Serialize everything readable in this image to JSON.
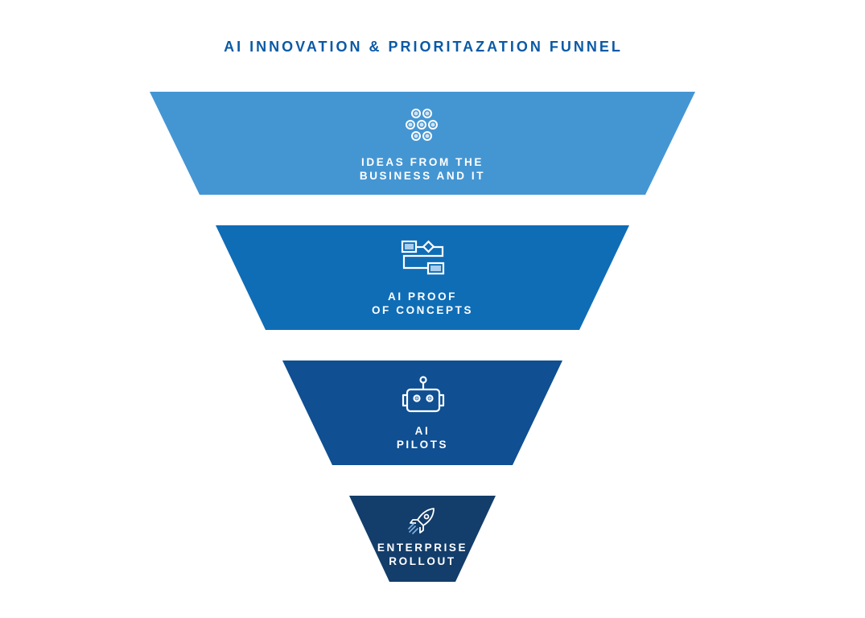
{
  "title": "AI INNOVATION & PRIORITAZATION FUNNEL",
  "colors": {
    "title": "#0b5aa6",
    "stage1": "#4496d3",
    "stage2": "#0f6db6",
    "stage3": "#0f4f92",
    "stage4": "#133d6a",
    "text": "#ffffff"
  },
  "stages": [
    {
      "line1": "IDEAS FROM THE",
      "line2": "BUSINESS AND IT",
      "icon": "ideas-cluster-icon"
    },
    {
      "line1": "AI PROOF",
      "line2": "OF CONCEPTS",
      "icon": "workflow-icon"
    },
    {
      "line1": "AI",
      "line2": "PILOTS",
      "icon": "robot-icon"
    },
    {
      "line1": "ENTERPRISE",
      "line2": "ROLLOUT",
      "icon": "rocket-icon"
    }
  ]
}
